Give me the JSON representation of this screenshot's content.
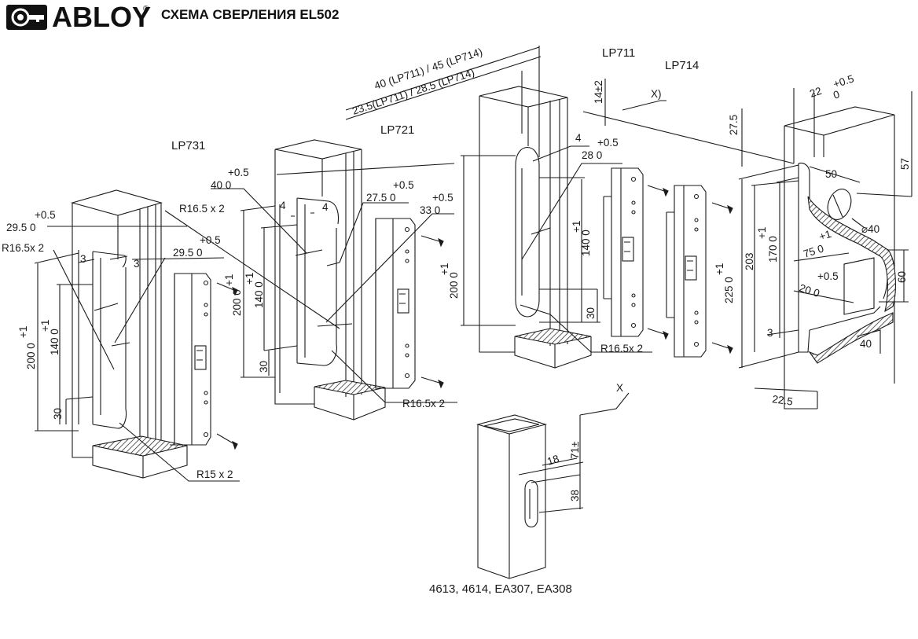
{
  "header": {
    "brand": "ABLOY",
    "brand_reg": "®",
    "title": "СХЕМА СВЕРЛЕНИЯ EL502"
  },
  "models": {
    "lp731": "LP731",
    "lp721": "LP721",
    "lp711": "LP711",
    "lp714": "LP714",
    "profiles": "4613, 4614, EA307, EA308"
  },
  "dims": {
    "a_plus05": "+0.5",
    "a_29_5_0": "29.5  0",
    "a_r165": "R16.5x 2",
    "a_3": "3",
    "a_3b": "3",
    "a_plus05b": "+0.5",
    "a_29_5_0b": "29.5  0",
    "a_plus1": "+1",
    "a_200_0": "200 0",
    "a_plus1b": "+1",
    "a_140_0": "140 0",
    "a_30": "30",
    "a_r15": "R15 x 2",
    "b_plus05": "+0.5",
    "b_40_0": "40  0",
    "b_r165": "R16.5 x 2",
    "b_4": "4",
    "b_4b": "4",
    "b_plus05b": "+0.5",
    "b_27_5_0": "27.5  0",
    "b_plus05c": "+0.5",
    "b_33_0": "33  0",
    "b_plus1": "+1",
    "b_200_0": "200 0",
    "b_plus1b": "+1",
    "b_140_0": "140 0",
    "b_30": "30",
    "b_r165b": "R16.5x 2",
    "c_top1": "40 (LP711)  /  45 (LP714)",
    "c_top2": "23.5(LP711)  /  28.5 (LP714)",
    "c_14": "14±2",
    "c_x": "X)",
    "c_4": "4",
    "c_plus05": "+0.5",
    "c_28_0": "28  0",
    "c_plus1": "+1",
    "c_200_0": "200 0",
    "c_plus1b": "+1",
    "c_140_0": "140 0",
    "c_30": "30",
    "c_r165": "R16.5x 2",
    "d_27_5": "27.5",
    "d_22": "22",
    "d_plus05": "+0.5",
    "d_0": "0",
    "d_57": "57",
    "d_50": "50",
    "d_phi40": "⌀40",
    "d_plus1": "+1",
    "d_225_0": "225 0",
    "d_203": "203",
    "d_plus1b": "+1",
    "d_170_0": "170 0",
    "d_plus1c": "+1",
    "d_75_0": "75  0",
    "d_plus05b": "+0.5",
    "d_20_0": "20  0",
    "d_60": "60",
    "d_3": "3",
    "d_40": "40",
    "d_22_5": "22.5",
    "e_x": "X",
    "e_71": "71±",
    "e_18": "18",
    "e_38": "38"
  },
  "colors": {
    "line": "#1a1a1a",
    "hatch": "#333333",
    "background": "#ffffff"
  }
}
